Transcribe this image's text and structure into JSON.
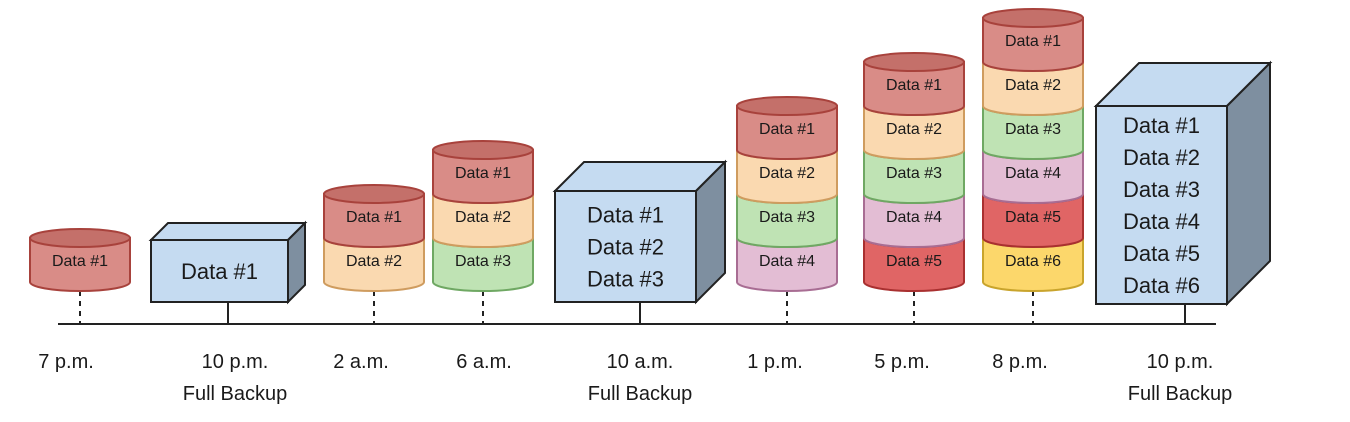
{
  "colors": {
    "Data #1": {
      "fill": "#d98c87",
      "stroke": "#a8423c",
      "dark": "#c4706a"
    },
    "Data #2": {
      "fill": "#fad9b0",
      "stroke": "#cf9c5f",
      "dark": "#f0c48d"
    },
    "Data #3": {
      "fill": "#bfe3b4",
      "stroke": "#6fa863",
      "dark": "#a6d49a"
    },
    "Data #4": {
      "fill": "#e3bdd4",
      "stroke": "#a86d93",
      "dark": "#d4a2c0"
    },
    "Data #5": {
      "fill": "#e06565",
      "stroke": "#a93030",
      "dark": "#cf4a4a"
    },
    "Data #6": {
      "fill": "#fcd76b",
      "stroke": "#c9a42c",
      "dark": "#f2c746"
    },
    "box_front": "#c5dbf1",
    "box_top": "#c5dbf1",
    "box_side": "#7e8fa0",
    "box_stroke": "#222222",
    "axis": "#222222"
  },
  "events": [
    {
      "time": "7 p.m.",
      "subtitle": "",
      "kind": "incremental",
      "items": [
        "Data #1"
      ]
    },
    {
      "time": "10 p.m.",
      "subtitle": "Full Backup",
      "kind": "full",
      "items": [
        "Data #1"
      ]
    },
    {
      "time": "2 a.m.",
      "subtitle": "",
      "kind": "incremental",
      "items": [
        "Data #1",
        "Data #2"
      ]
    },
    {
      "time": "6 a.m.",
      "subtitle": "",
      "kind": "incremental",
      "items": [
        "Data #1",
        "Data #2",
        "Data #3"
      ]
    },
    {
      "time": "10 a.m.",
      "subtitle": "Full Backup",
      "kind": "full",
      "items": [
        "Data #1",
        "Data #2",
        "Data #3"
      ]
    },
    {
      "time": "1 p.m.",
      "subtitle": "",
      "kind": "incremental",
      "items": [
        "Data #1",
        "Data #2",
        "Data #3",
        "Data #4"
      ]
    },
    {
      "time": "5 p.m.",
      "subtitle": "",
      "kind": "incremental",
      "items": [
        "Data #1",
        "Data #2",
        "Data #3",
        "Data #4",
        "Data #5"
      ]
    },
    {
      "time": "8 p.m.",
      "subtitle": "",
      "kind": "incremental",
      "items": [
        "Data #1",
        "Data #2",
        "Data #3",
        "Data #4",
        "Data #5",
        "Data #6"
      ]
    },
    {
      "time": "10 p.m.",
      "subtitle": "Full Backup",
      "kind": "full",
      "items": [
        "Data #1",
        "Data #2",
        "Data #3",
        "Data #4",
        "Data #5",
        "Data #6"
      ]
    }
  ]
}
